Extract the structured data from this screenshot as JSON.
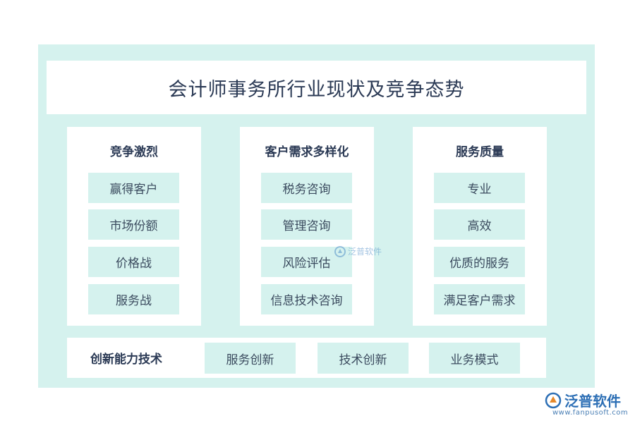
{
  "title": "会计师事务所行业现状及竞争态势",
  "columns": [
    {
      "heading": "竞争激烈",
      "items": [
        "赢得客户",
        "市场份额",
        "价格战",
        "服务战"
      ]
    },
    {
      "heading": "客户需求多样化",
      "items": [
        "税务咨询",
        "管理咨询",
        "风险评估",
        "信息技术咨询"
      ]
    },
    {
      "heading": "服务质量",
      "items": [
        "专业",
        "高效",
        "优质的服务",
        "满足客户需求"
      ]
    }
  ],
  "bottom": {
    "label": "创新能力技术",
    "items": [
      "服务创新",
      "技术创新",
      "业务模式"
    ]
  },
  "watermark": {
    "text": "泛普软件"
  },
  "logo": {
    "name": "泛普软件",
    "url": "www.fanpusoft.com",
    "icon": "fanpu-logo-icon"
  },
  "colors": {
    "panel": "#d5f2ee",
    "box": "#ffffff",
    "text": "#2b3a55",
    "brand": "#2d6fb5"
  }
}
